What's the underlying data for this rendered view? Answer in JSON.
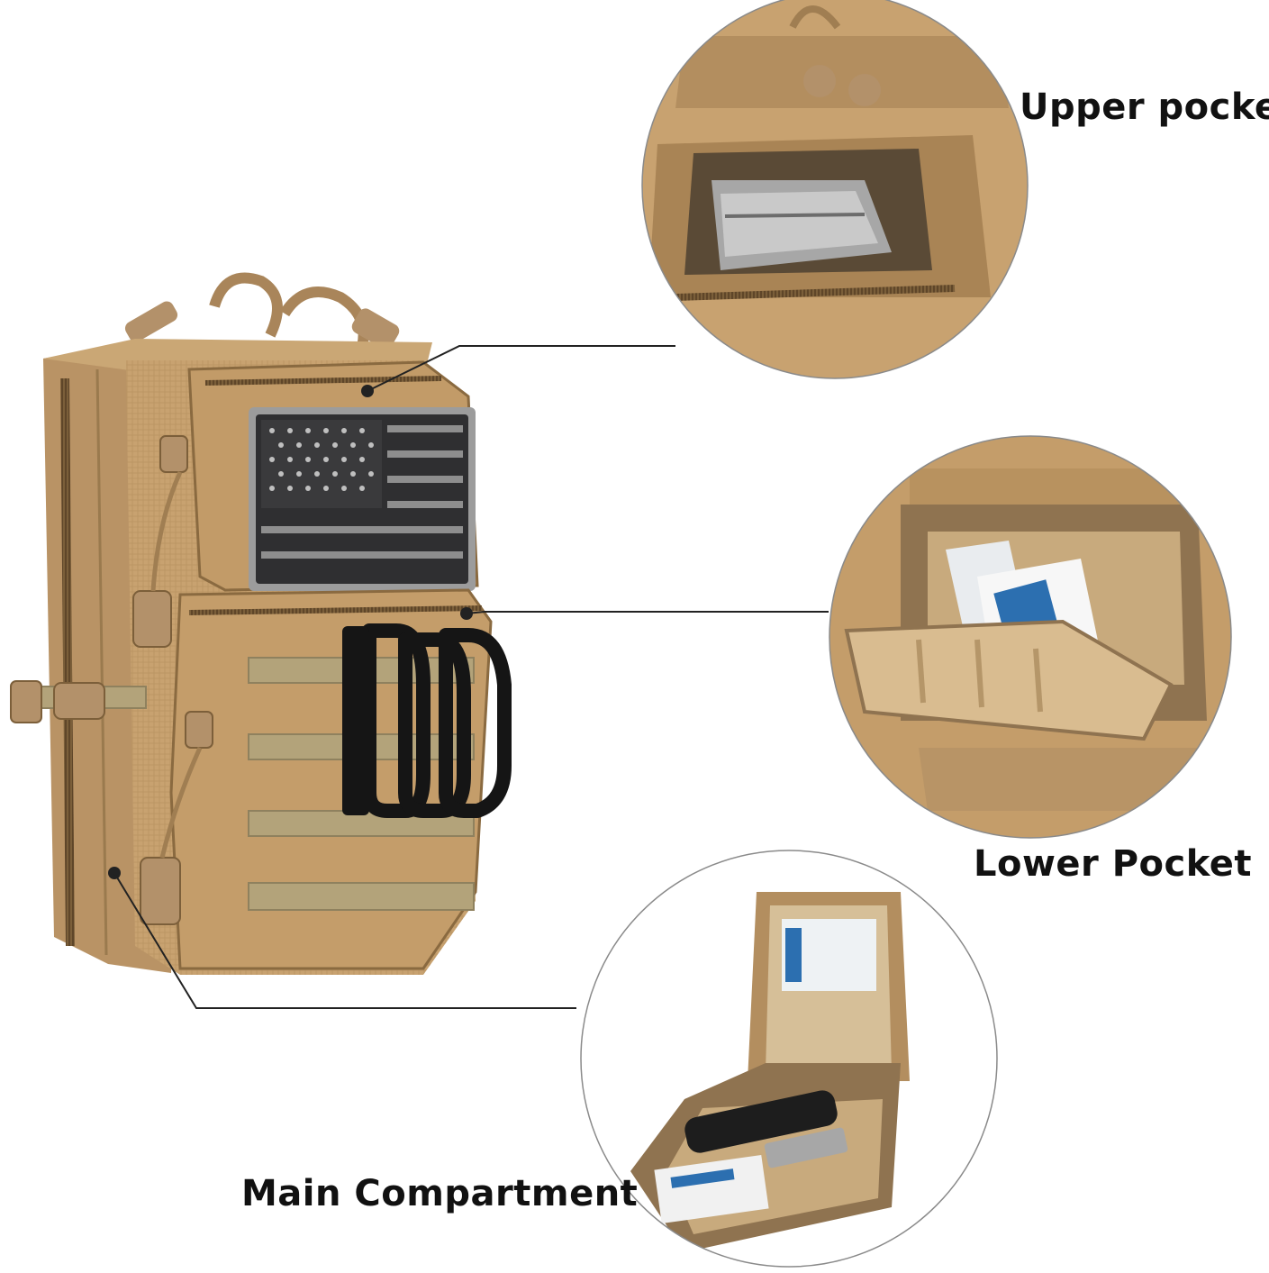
{
  "labels": {
    "upper_pocket": "Upper pocket",
    "lower_pocket": "Lower Pocket",
    "main_compartment": "Main Compartment"
  },
  "colors": {
    "background": "#ffffff",
    "fabric_tan": "#c8a270",
    "fabric_dark": "#9a7a4e",
    "webbing": "#b3a37a",
    "zipper": "#7b5f3a",
    "patch_dark": "#2f2f31",
    "patch_gray": "#9c9c9c",
    "clip_black": "#151515",
    "leader_line": "#222222",
    "circle_border": "#8a8a8a",
    "text": "#111111"
  },
  "icons": [
    "flag-patch-icon",
    "d-ring-clip-icon",
    "zipper-pull-icon",
    "buckle-icon"
  ]
}
